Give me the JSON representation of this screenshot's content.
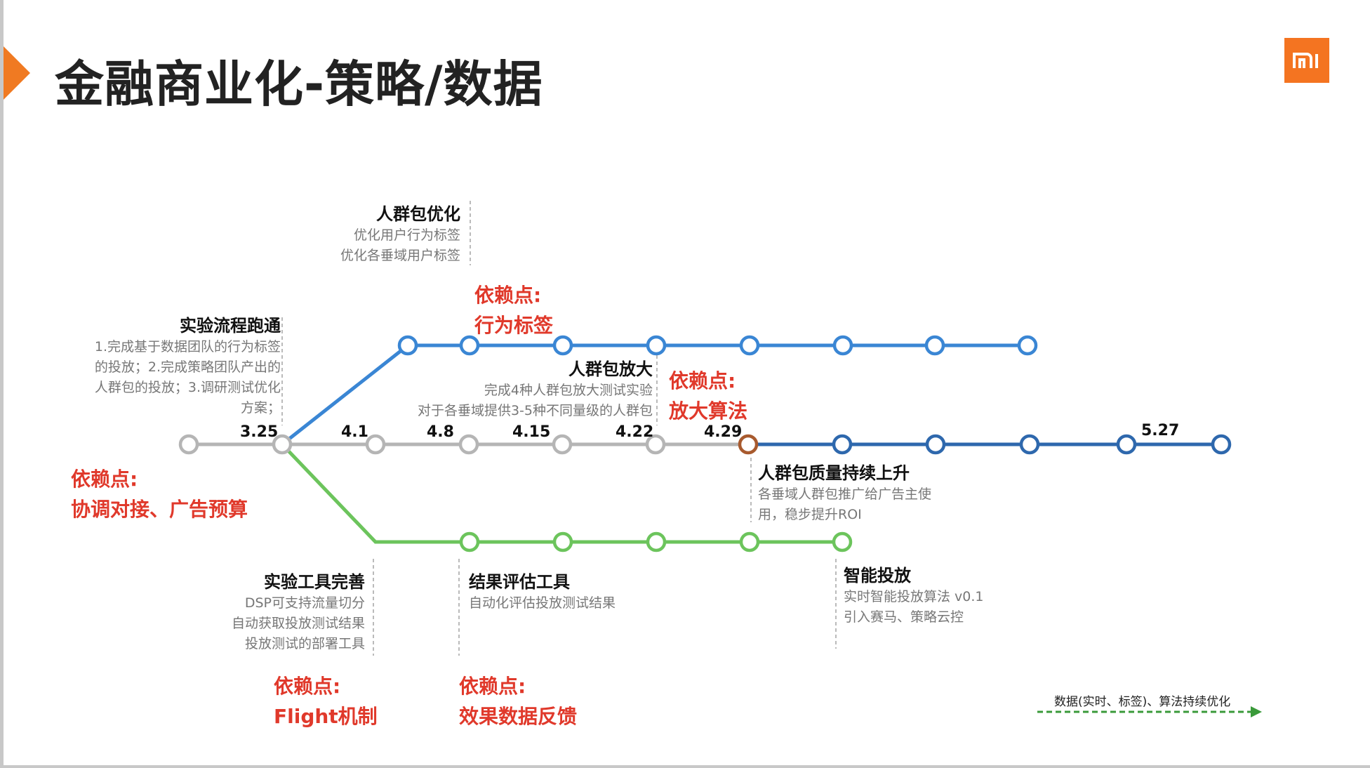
{
  "title": "金融商业化-策略/数据",
  "logo_text": "mi",
  "colors": {
    "accent": "#f07a22",
    "dep": "#e0392b",
    "blue_line": "#3a86d4",
    "dark_blue_line": "#2e68ad",
    "gray_line": "#b5b5b5",
    "green_line": "#6cc45c",
    "milestone": "#a85a2e",
    "legend": "#3a9a3a"
  },
  "timeline": {
    "dates": [
      "3.25",
      "4.1",
      "4.8",
      "4.15",
      "4.22",
      "4.29",
      "5.27"
    ]
  },
  "milestones": {
    "crowd_opt": {
      "title": "人群包优化",
      "lines": [
        "优化用户行为标签",
        "优化各垂域用户标签"
      ]
    },
    "exp_flow": {
      "title": "实验流程跑通",
      "lines": [
        "1.完成基于数据团队的行为标签",
        "的投放；2.完成策略团队产出的",
        "人群包的投放；3.调研测试优化",
        "方案；"
      ]
    },
    "crowd_amp": {
      "title": "人群包放大",
      "lines": [
        "完成4种人群包放大测试实验",
        "对于各垂域提供3-5种不同量级的人群包"
      ]
    },
    "crowd_quality": {
      "title": "人群包质量持续上升",
      "lines": [
        "各垂域人群包推广给广告主使",
        "用，稳步提升ROI"
      ]
    },
    "exp_tool": {
      "title": "实验工具完善",
      "lines": [
        "DSP可支持流量切分",
        "自动获取投放测试结果",
        "投放测试的部署工具"
      ]
    },
    "eval_tool": {
      "title": "结果评估工具",
      "lines": [
        "自动化评估投放测试结果"
      ]
    },
    "smart": {
      "title": "智能投放",
      "lines": [
        "实时智能投放算法 v0.1",
        "引入赛马、策略云控"
      ]
    }
  },
  "dependencies": {
    "behavior": [
      "依赖点:",
      "行为标签"
    ],
    "amplify": [
      "依赖点:",
      "放大算法"
    ],
    "coord": [
      "依赖点:",
      "协调对接、广告预算"
    ],
    "flight": [
      "依赖点:",
      "Flight机制"
    ],
    "feedback": [
      "依赖点:",
      "效果数据反馈"
    ]
  },
  "legend": {
    "label": "数据(实时、标签)、算法持续优化"
  }
}
